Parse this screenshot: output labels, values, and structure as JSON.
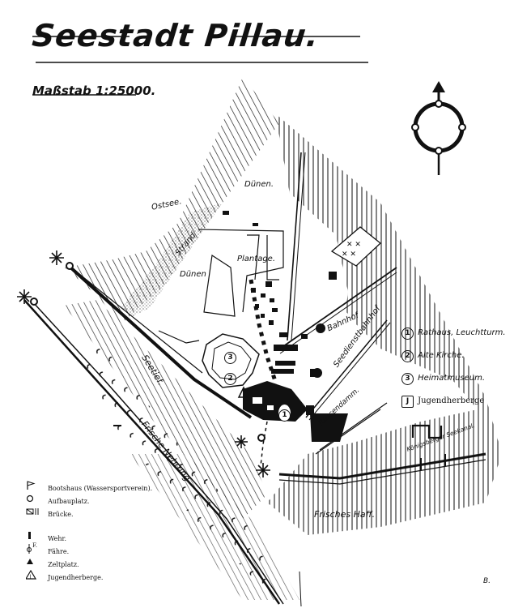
{
  "title": "Seestadt Pillau.",
  "scale": "Maßstab 1:25000.",
  "places": {
    "ostsee": "Ostsee.",
    "duenen_top": "Dünen.",
    "duenen_mid": "Dünen",
    "strand": "Strand",
    "plantage": "Plantage.",
    "seetief": "Seetief.",
    "frische_nehrung": "Frische Nehrung",
    "bahnhof": "Bahnhof",
    "seedienst": "Seedienstbahnhof",
    "russendamm": "Russendamm.",
    "koenigsberger": "Königsberger Seekanal.",
    "frisches_haff": "Frisches Haff."
  },
  "map_markers": {
    "m1": "1",
    "m2": "2",
    "m3": "3"
  },
  "legend_numbered": [
    {
      "num": "1",
      "text": "Rathaus, Leuchtturm."
    },
    {
      "num": "2",
      "text": "Alte Kirche."
    },
    {
      "num": "3",
      "text": "Heimatmuseum."
    },
    {
      "num": "J",
      "text": "Jugendherberge"
    }
  ],
  "legend_symbols": [
    {
      "icon": "flag-icon",
      "text": "Bootshaus (Wassersportverein)."
    },
    {
      "icon": "circle-icon",
      "text": "Aufbauplatz."
    },
    {
      "icon": "bridge-icon",
      "text": "Brücke."
    },
    {
      "icon": "weir-icon",
      "text": "Wehr."
    },
    {
      "icon": "ferry-icon",
      "text": "Fähre."
    },
    {
      "icon": "tent-icon",
      "text": "Zeltplatz."
    },
    {
      "icon": "hostel-icon",
      "text": "Jugendherberge."
    }
  ],
  "ferry_label": "F.",
  "corner_mark": "B."
}
